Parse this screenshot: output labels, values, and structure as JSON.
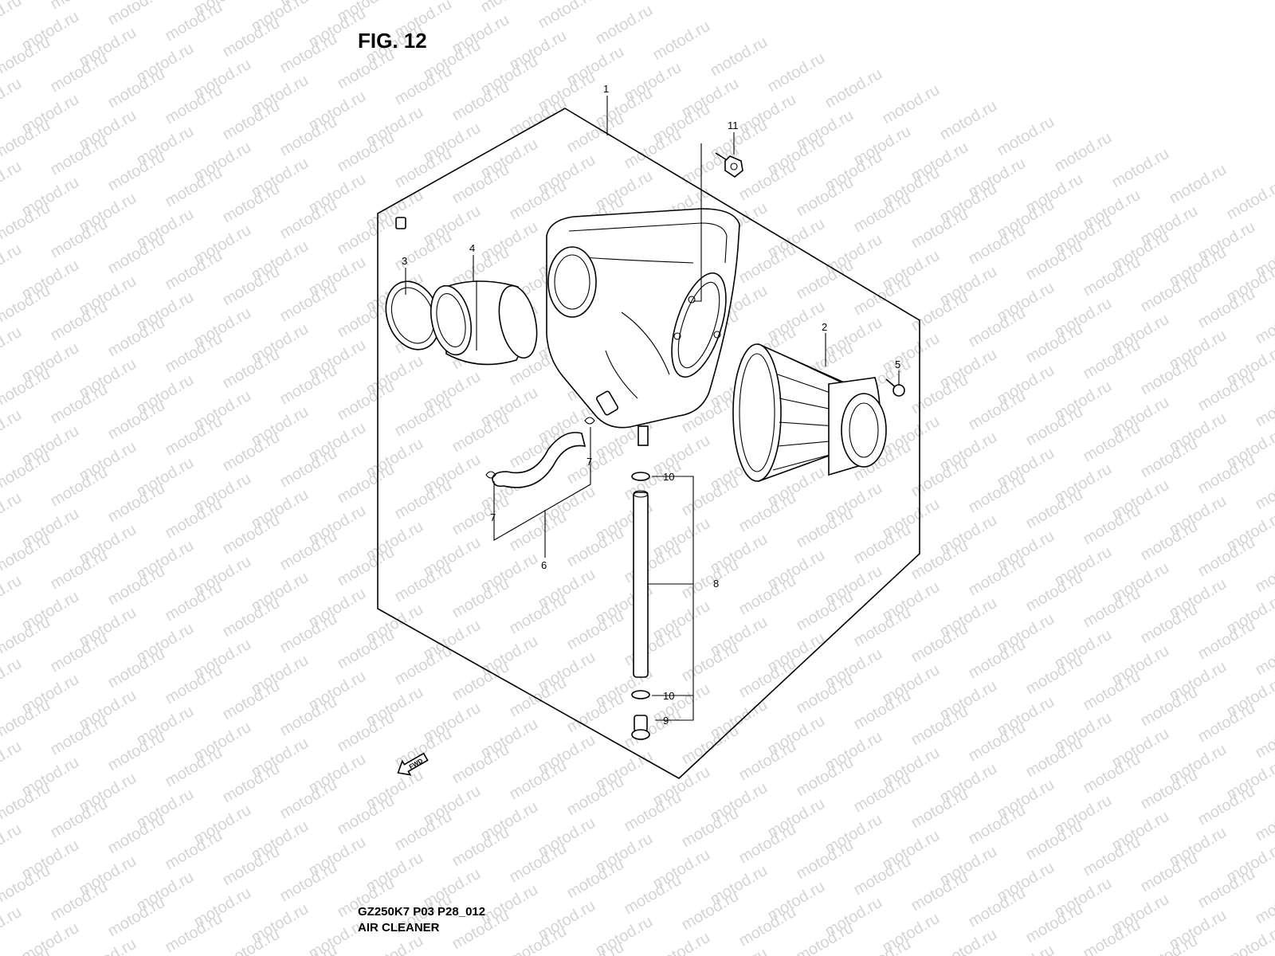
{
  "figure": {
    "title": "FIG. 12",
    "model_code": "GZ250K7 P03 P28_012",
    "section_name": "AIR CLEANER"
  },
  "watermark": {
    "text": "motod.ru",
    "color": "#d4d4d4"
  },
  "callouts": {
    "c1": "1",
    "c2": "2",
    "c3": "3",
    "c4": "4",
    "c5": "5",
    "c6": "6",
    "c7a": "7",
    "c7b": "7",
    "c8": "8",
    "c9": "9",
    "c10a": "10",
    "c10b": "10",
    "c11": "11"
  },
  "direction_marker": "FWD"
}
